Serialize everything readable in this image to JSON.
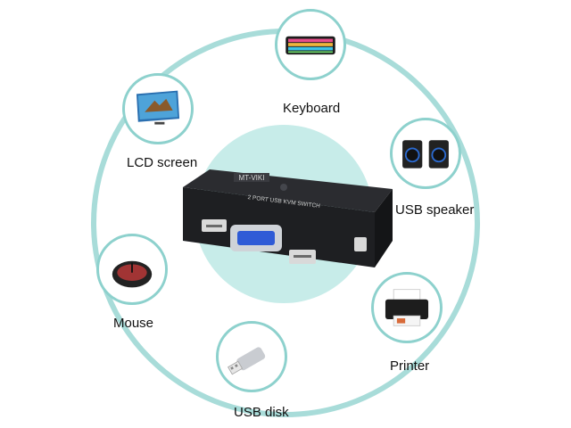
{
  "title": "",
  "device": {
    "brand_label": "MT-VIKI",
    "model_label": "2 PORT USB KVM SWITCH"
  },
  "peripherals": [
    {
      "key": "keyboard",
      "label": "Keyboard"
    },
    {
      "key": "lcd",
      "label": "LCD screen"
    },
    {
      "key": "speaker",
      "label": "USB speaker"
    },
    {
      "key": "mouse",
      "label": "Mouse"
    },
    {
      "key": "printer",
      "label": "Printer"
    },
    {
      "key": "usb",
      "label": "USB disk"
    }
  ],
  "colors": {
    "ring": "#a8dcd9",
    "node_border": "#8dd1cd",
    "center_glow": "#c7ece9",
    "device_body": "#1e1f22"
  },
  "icons": [
    "keyboard-icon",
    "lcd-screen-icon",
    "speaker-icon",
    "mouse-icon",
    "printer-icon",
    "usb-disk-icon"
  ]
}
